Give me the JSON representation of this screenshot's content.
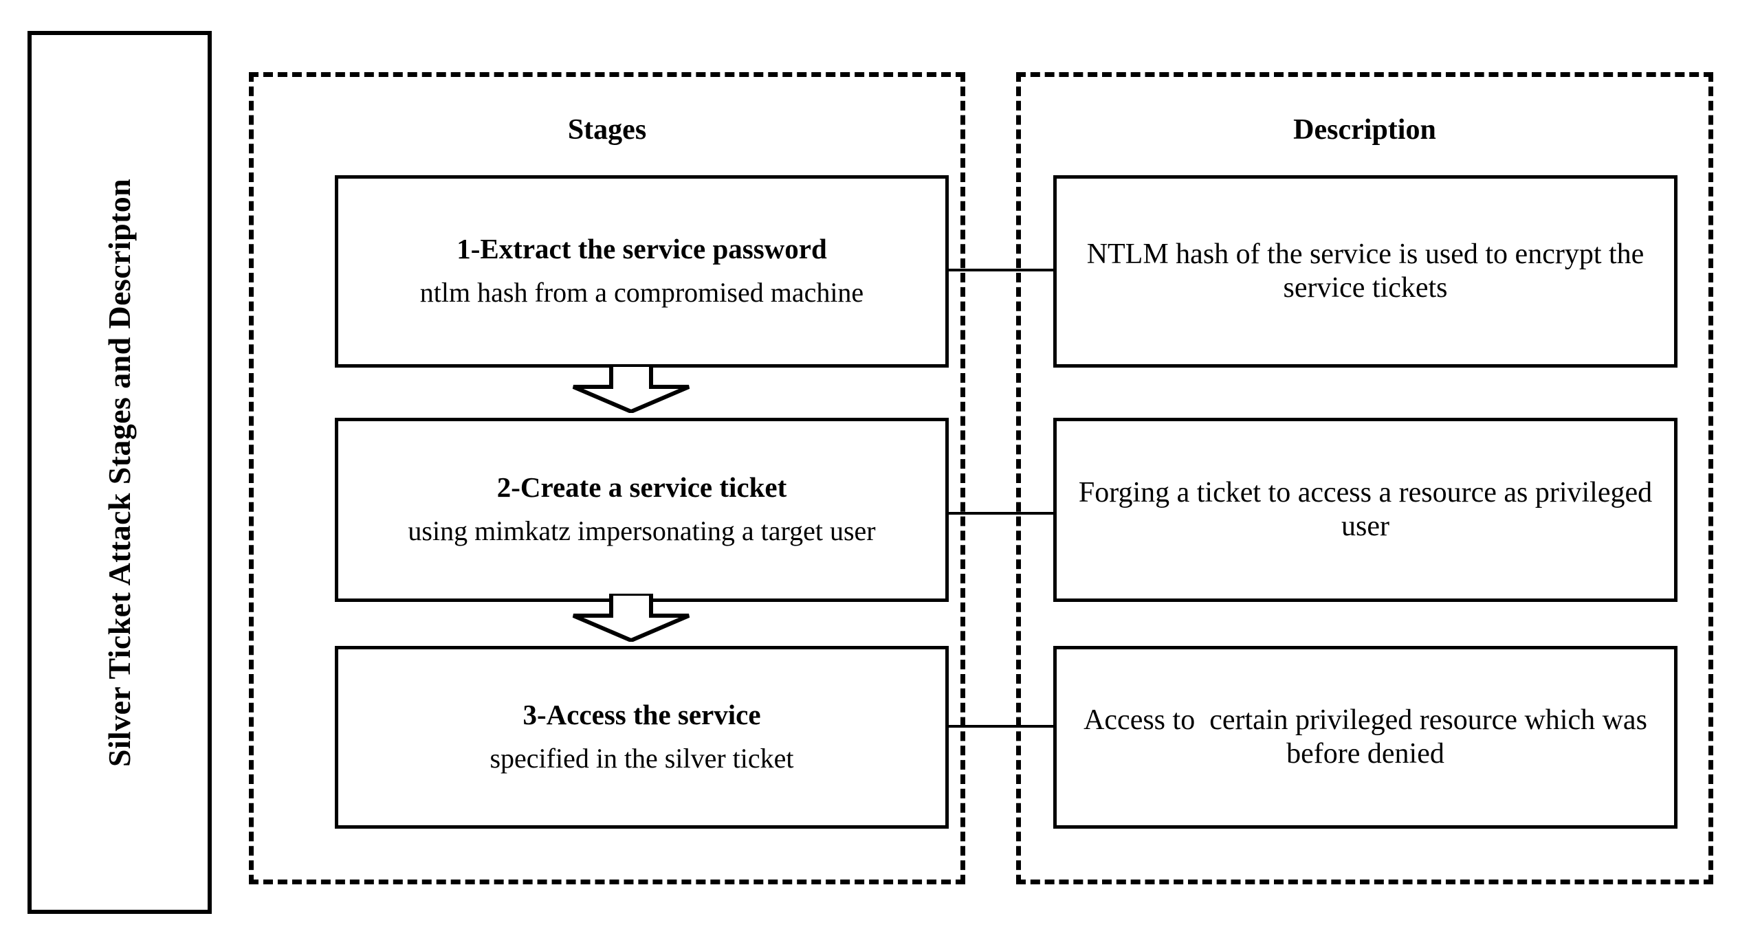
{
  "figure": {
    "vertical_title": "Silver Ticket Attack Stages and Descripton",
    "columns": {
      "stages_header": "Stages",
      "description_header": "Description"
    },
    "rows": [
      {
        "stage_number": "1",
        "stage_title": "1-Extract the service password",
        "stage_subtitle": "ntlm hash from a compromised machine",
        "description": "NTLM hash of the service is used to encrypt the service tickets"
      },
      {
        "stage_number": "2",
        "stage_title": "2-Create a service ticket",
        "stage_subtitle": "using mimkatz impersonating a target user",
        "description": "Forging a ticket to access a resource as privileged user"
      },
      {
        "stage_number": "3",
        "stage_title": "3-Access the service",
        "stage_subtitle": "specified in the silver ticket",
        "description": "Access to  certain privileged resource which was before denied"
      }
    ],
    "connectors": {
      "arrow_1_label": "flow-arrow-stage1-to-stage2",
      "arrow_2_label": "flow-arrow-stage2-to-stage3",
      "link_1_label": "link-stage1-to-description1",
      "link_2_label": "link-stage2-to-description2",
      "link_3_label": "link-stage3-to-description3"
    },
    "colors": {
      "line": "#000000",
      "text": "#000000",
      "background": "#ffffff"
    }
  }
}
